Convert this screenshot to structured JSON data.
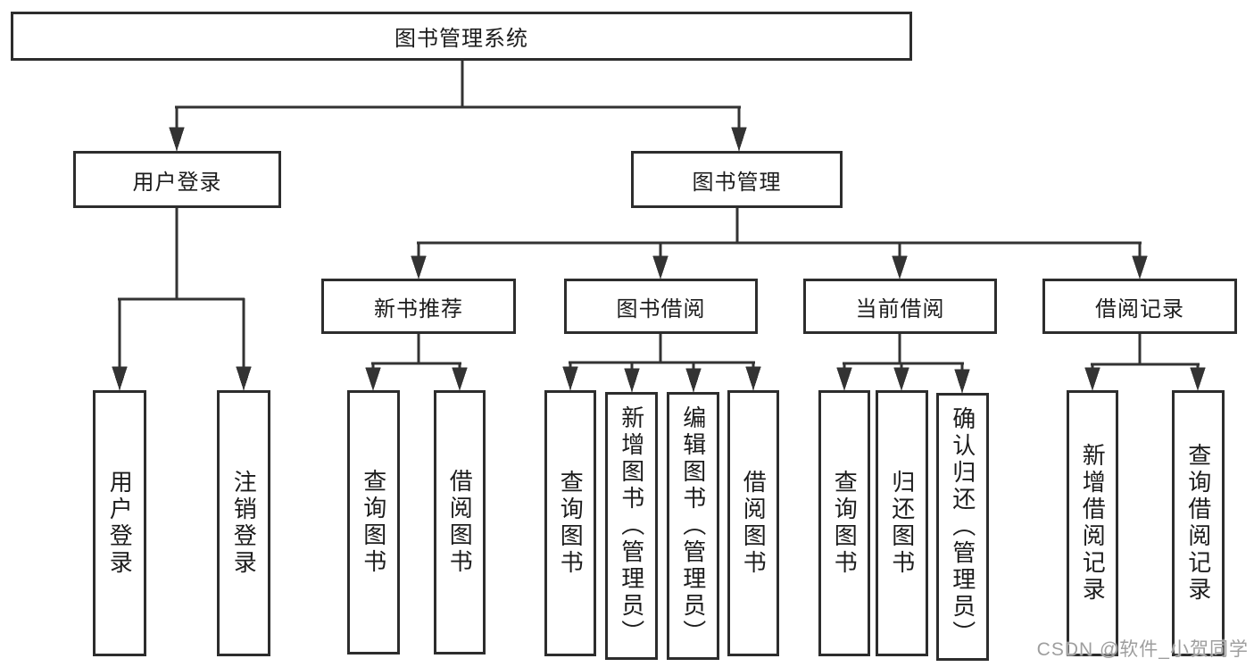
{
  "colors": {
    "background": "#ffffff",
    "box_border": "#2d2d2d",
    "text": "#1c1c1c",
    "connector": "#333333",
    "watermark": "#9e9e9e"
  },
  "nodes": {
    "root": "图书管理系统",
    "user_login": "用户登录",
    "book_mgmt": "图书管理",
    "new_books": "新书推荐",
    "book_borrow": "图书借阅",
    "current_borrow": "当前借阅",
    "borrow_records": "借阅记录",
    "leaf_user_login": "用户登录",
    "leaf_logout": "注销登录",
    "leaf_nb_query": "查询图书",
    "leaf_nb_borrow": "借阅图书",
    "leaf_bb_query": "查询图书",
    "leaf_bb_add": "新增图书（管理员）",
    "leaf_bb_edit": "编辑图书（管理员）",
    "leaf_bb_borrow": "借阅图书",
    "leaf_cb_query": "查询图书",
    "leaf_cb_return": "归还图书",
    "leaf_cb_confirm": "确认归还（管理员）",
    "leaf_br_add": "新增借阅记录",
    "leaf_br_query": "查询借阅记录"
  },
  "watermark": "CSDN @软件_小贺同学"
}
